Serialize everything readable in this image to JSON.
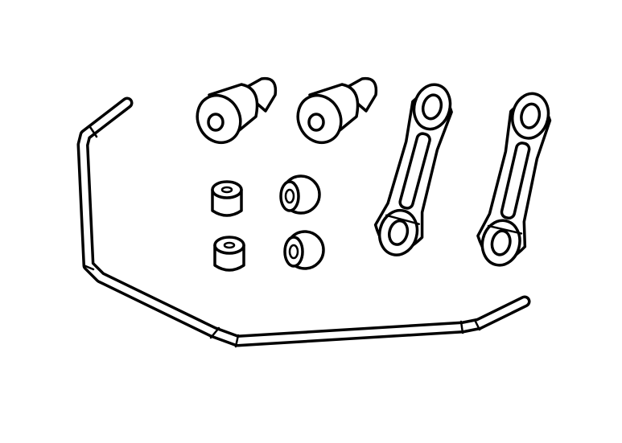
{
  "illustration": {
    "line_color": "#000000",
    "background_color": "#ffffff",
    "parts": [
      {
        "name": "sway-bar",
        "count": 1
      },
      {
        "name": "ball-stud",
        "count": 2
      },
      {
        "name": "bushing",
        "count": 2
      },
      {
        "name": "pivot-ball",
        "count": 2
      },
      {
        "name": "link-rod",
        "count": 2
      }
    ]
  }
}
